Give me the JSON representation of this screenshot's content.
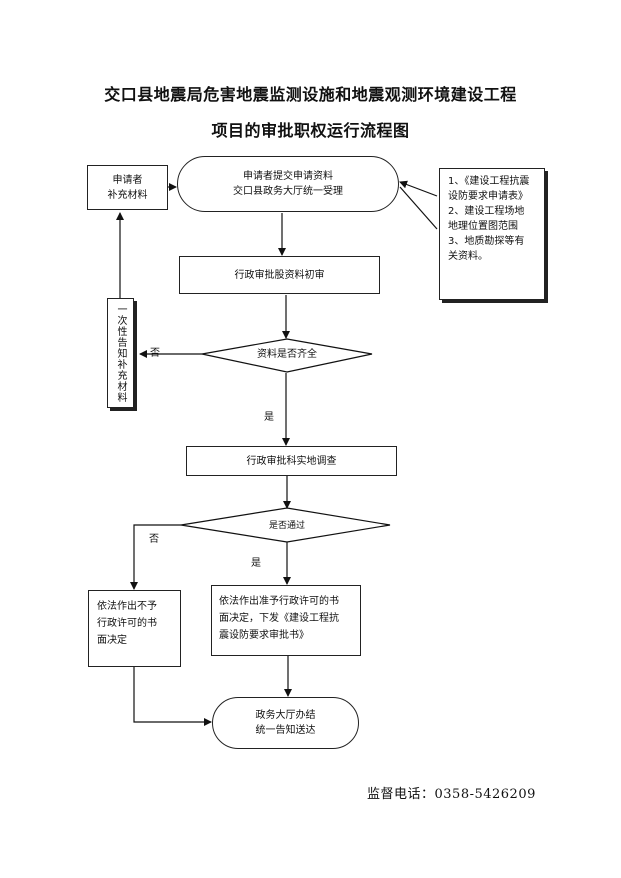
{
  "title_line1": "交口县地震局危害地震监测设施和地震观测环境建设工程",
  "title_line2": "项目的审批职权运行流程图",
  "nodes": {
    "submit": [
      "申请者提交申请资料",
      "交口县政务大厅统一受理"
    ],
    "supplement": [
      "申请者",
      "补充材料"
    ],
    "materials": [
      "1、《建设工程抗震",
      "设防要求申请表》",
      "2、建设工程场地",
      "地理位置图范围",
      "3、地质勘探等有",
      "关资料。"
    ],
    "prelim_review": "行政审批股资料初审",
    "complete_check": "资料是否齐全",
    "notify_once": "一次性告知补充材料",
    "site_survey": "行政审批科实地调查",
    "pass_check": "是否通过",
    "deny": [
      "依法作出不予",
      "行政许可的书",
      "面决定"
    ],
    "approve": [
      "依法作出准予行政许可的书",
      "面决定，下发《建设工程抗",
      "震设防要求审批书》"
    ],
    "finish": [
      "政务大厅办结",
      "统一告知送达"
    ]
  },
  "labels": {
    "no": "否",
    "yes": "是"
  },
  "footer": "监督电话：0358-5426209"
}
